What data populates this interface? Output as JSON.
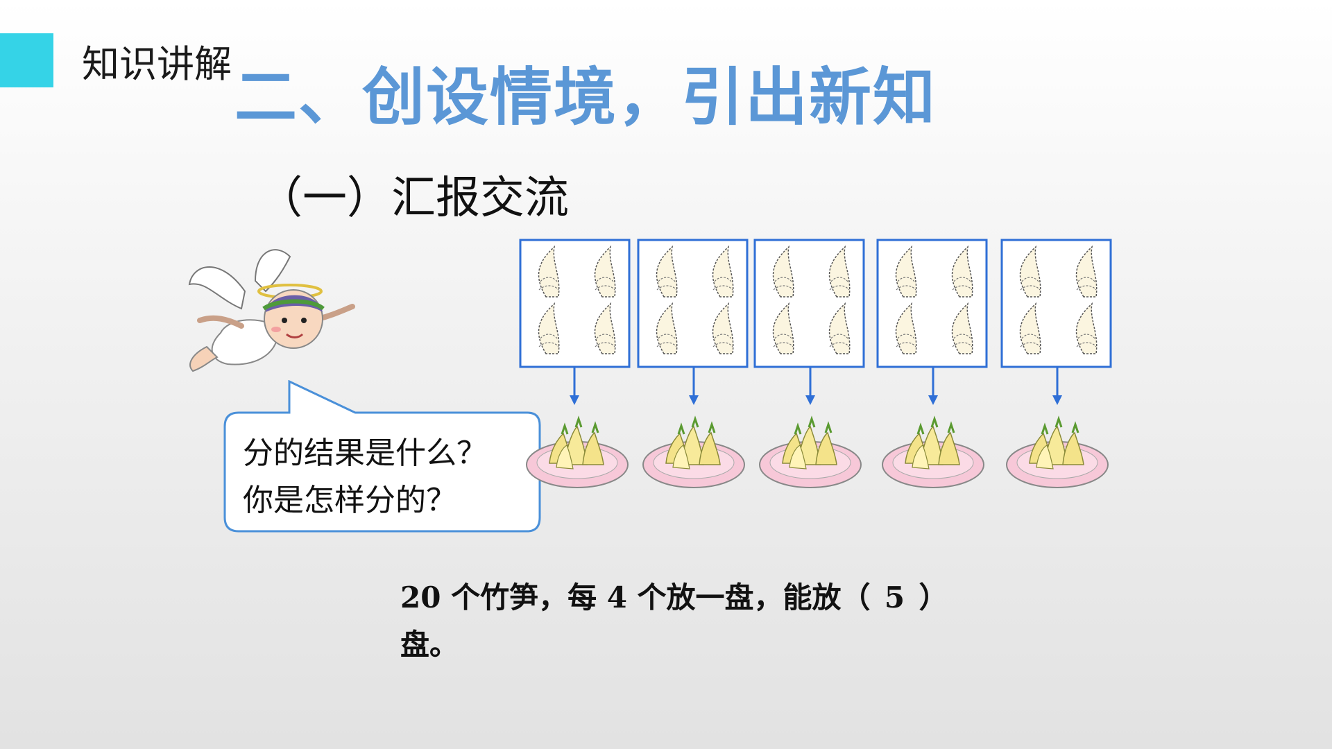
{
  "header": {
    "section_label": "知识讲解",
    "title": "二、创设情境，引出新知",
    "accent_color": "#35d3e7",
    "title_color": "#5b97d6"
  },
  "subsection": {
    "title": "（一）汇报交流"
  },
  "bubble": {
    "line1": "分的结果是什么？",
    "line2": "你是怎样分的？",
    "border_color": "#4a90d9"
  },
  "illustration": {
    "boxes_count": 5,
    "shoots_per_box": 4,
    "icons": [
      "angel-icon",
      "bamboo-shoot-icon",
      "plate-icon",
      "arrow-down-icon"
    ]
  },
  "problem": {
    "prefix": "20 个竹笋，每 4 个放一盘，能放（",
    "answer": "5",
    "suffix": "）",
    "line2": "盘。"
  }
}
